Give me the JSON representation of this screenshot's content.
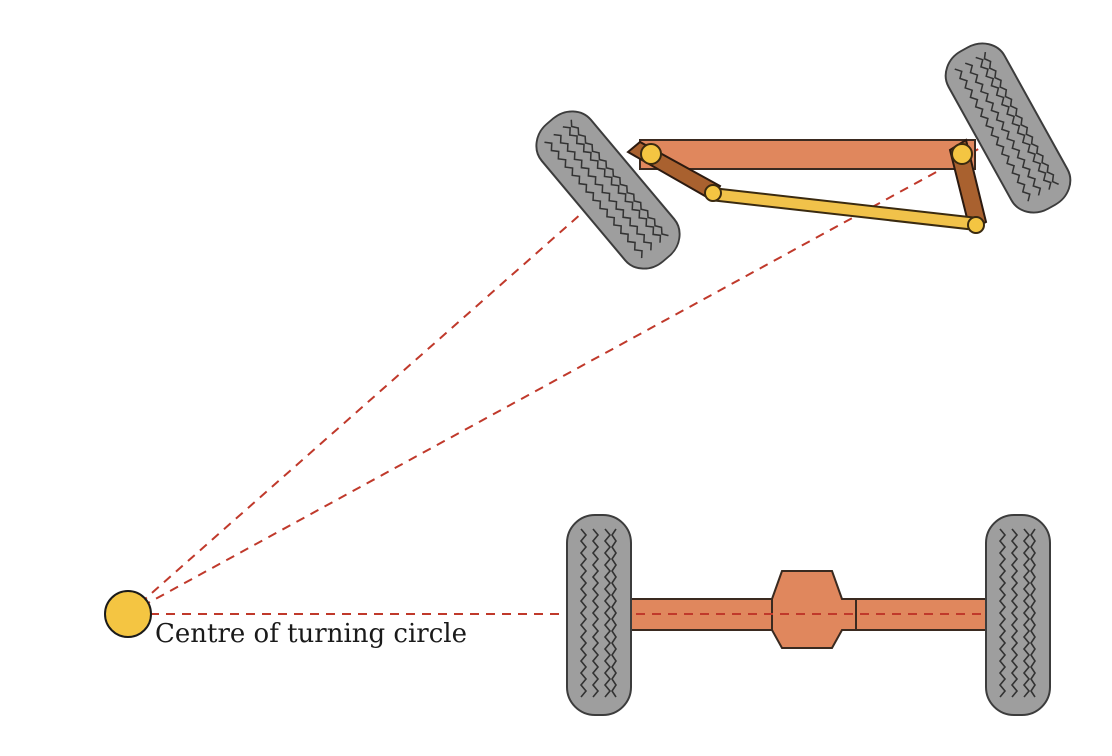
{
  "caption": "Centre of turning circle",
  "colors": {
    "tyre": "#9e9e9e",
    "axle": "#e0875d",
    "steering_arm": "#a9612f",
    "tie_rod": "#f1c24a",
    "centre_point": "#f4c542",
    "guide_lines": "#c0392b"
  },
  "parts": {
    "front_axle": "front-axle-beam",
    "rear_axle": "rear-axle-with-differential",
    "wheels": [
      "front-left-wheel",
      "front-right-wheel",
      "rear-left-wheel",
      "rear-right-wheel"
    ],
    "linkage": [
      "left-steering-arm",
      "right-steering-arm",
      "tie-rod"
    ]
  }
}
